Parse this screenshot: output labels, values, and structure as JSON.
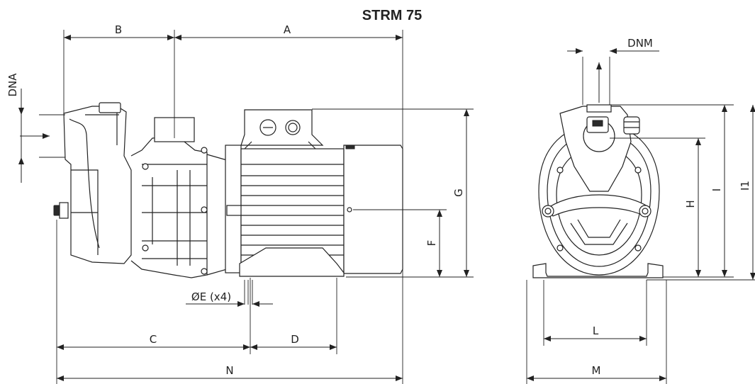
{
  "title": "STRM 75",
  "dimensions": {
    "A": "A",
    "B": "B",
    "C": "C",
    "D": "D",
    "E": "ØE (x4)",
    "F": "F",
    "G": "G",
    "H": "H",
    "I": "I",
    "I1": "I1",
    "L": "L",
    "M": "M",
    "N": "N",
    "DNA": "DNA",
    "DNM": "DNM"
  }
}
